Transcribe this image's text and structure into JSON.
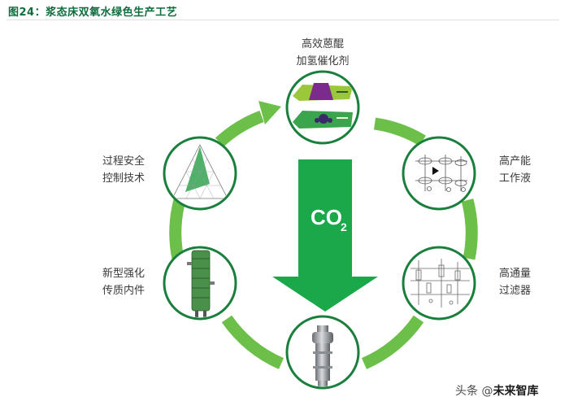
{
  "figure": {
    "title": "图24：浆态床双氧水绿色生产工艺",
    "center_label": "CO",
    "center_label_sub": "2"
  },
  "nodes": {
    "top": {
      "line1": "高效蒽醌",
      "line2": "加氢催化剂"
    },
    "upper_right": {
      "line1": "高产能",
      "line2": "工作液"
    },
    "lower_right": {
      "line1": "高通量",
      "line2": "过滤器"
    },
    "upper_left": {
      "line1": "过程安全",
      "line2": "控制技术"
    },
    "lower_left": {
      "line1": "新型强化",
      "line2": "传质内件"
    }
  },
  "watermark": {
    "prefix": "头条 @",
    "name": "未来智库"
  },
  "colors": {
    "ring": "#6cc04a",
    "arrow": "#1aa84a",
    "circle_border": "#1a7f3c",
    "title": "#0b6e3c"
  }
}
